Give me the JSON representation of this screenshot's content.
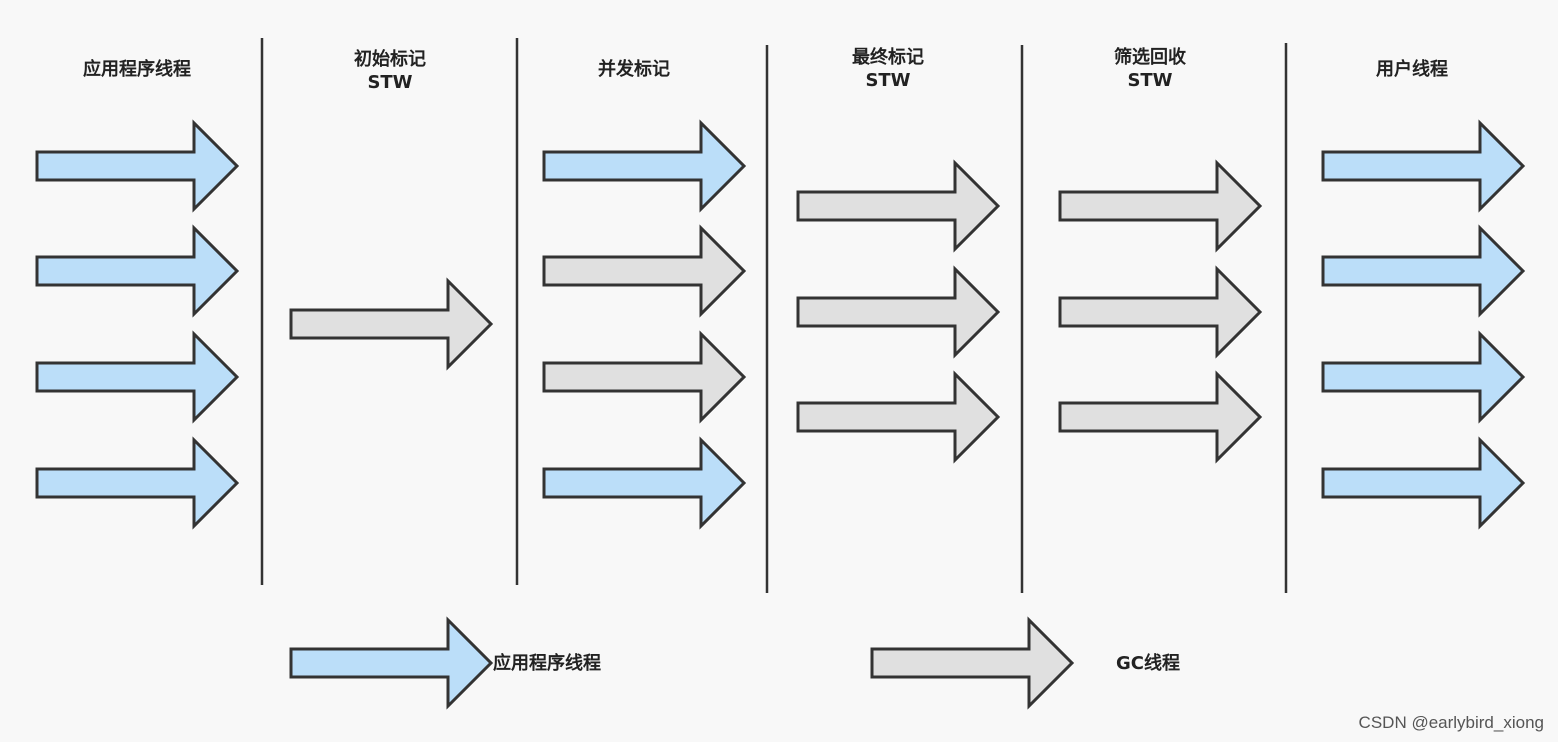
{
  "colors": {
    "background": "#f8f8f8",
    "app_thread_fill": "#bbdef9",
    "gc_thread_fill": "#e0e0e0",
    "stroke": "#333333",
    "divider": "#333333"
  },
  "phases": [
    {
      "title": "应用程序线程",
      "subtitle": "",
      "arrows": [
        "app",
        "app",
        "app",
        "app"
      ]
    },
    {
      "title": "初始标记",
      "subtitle": "STW",
      "arrows": [
        "gc"
      ]
    },
    {
      "title": "并发标记",
      "subtitle": "",
      "arrows": [
        "app",
        "gc",
        "gc",
        "app"
      ]
    },
    {
      "title": "最终标记",
      "subtitle": "STW",
      "arrows": [
        "gc",
        "gc",
        "gc"
      ]
    },
    {
      "title": "筛选回收",
      "subtitle": "STW",
      "arrows": [
        "gc",
        "gc",
        "gc"
      ]
    },
    {
      "title": "用户线程",
      "subtitle": "",
      "arrows": [
        "app",
        "app",
        "app",
        "app"
      ]
    }
  ],
  "legend": [
    {
      "kind": "app",
      "label": "应用程序线程"
    },
    {
      "kind": "gc",
      "label": "GC线程"
    }
  ],
  "watermark": "CSDN @earlybird_xiong"
}
